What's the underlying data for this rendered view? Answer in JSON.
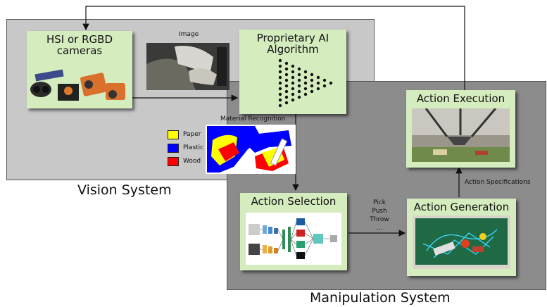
{
  "regions": {
    "vision_label": "Vision System",
    "manipulation_label": "Manipulation System"
  },
  "boxes": {
    "cameras": {
      "line1": "HSI or RGBD",
      "line2": "cameras"
    },
    "ai": {
      "line1": "Proprietary AI",
      "line2": "Algorithm"
    },
    "action_execution": "Action Execution",
    "action_selection": "Action Selection",
    "action_generation": "Action Generation"
  },
  "labels": {
    "image": "Image",
    "material_recognition": "Material Recognition",
    "action_specifications": "Action Specifications"
  },
  "legend": [
    {
      "label": "Paper",
      "color": "#ffff00"
    },
    {
      "label": "Plastic",
      "color": "#0000ff"
    },
    {
      "label": "Wood",
      "color": "#ff0000"
    }
  ],
  "actions": [
    "Pick",
    "Push",
    "Throw",
    "..."
  ],
  "colors": {
    "box_fill": "#d5ecbf",
    "vision_region": "#c8c8c8",
    "manipulation_region": "#8c8c8c"
  }
}
